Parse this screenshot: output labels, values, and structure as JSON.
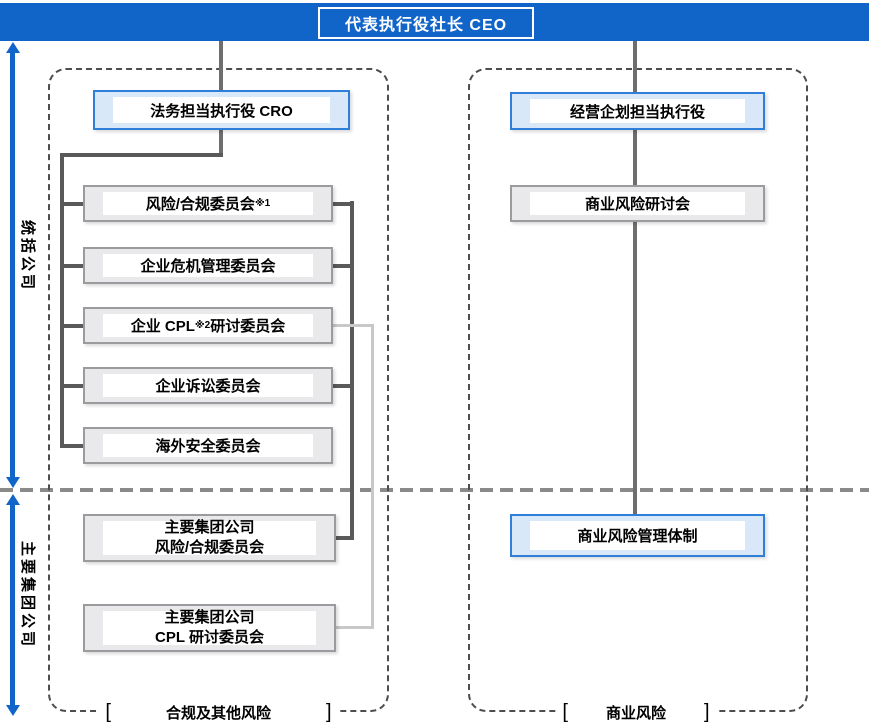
{
  "header": {
    "title": "代表执行役社长  CEO"
  },
  "side_labels": {
    "top_section": "统括公司",
    "bottom_section": "主要集团公司"
  },
  "left_group": {
    "executive": "法务担当执行役 CRO",
    "committees": [
      {
        "pre": "风险/合规委员会",
        "sup": "※1",
        "post": ""
      },
      {
        "pre": "企业危机管理委员会",
        "sup": "",
        "post": ""
      },
      {
        "pre": "企业 CPL",
        "sup": "※2",
        "post": "研讨委员会"
      },
      {
        "pre": "企业诉讼委员会",
        "sup": "",
        "post": ""
      },
      {
        "pre": "海外安全委员会",
        "sup": "",
        "post": ""
      }
    ],
    "group_committees": [
      {
        "line1": "主要集团公司",
        "line2": "风险/合规委员会"
      },
      {
        "line1": "主要集团公司",
        "line2": "CPL 研讨委员会"
      }
    ],
    "footer": {
      "open": "[",
      "label": "合规及其他风险",
      "close": "]"
    }
  },
  "right_group": {
    "executive": "经营企划担当执行役",
    "committee": "商业风险研讨会",
    "system": "商业风险管理体制",
    "footer": {
      "open": "[",
      "label": "商业风险",
      "close": "]"
    }
  },
  "colors": {
    "bar_blue": "#1164c8",
    "accent_blue_border": "#2f7ed8",
    "accent_blue_fill": "#d9e8f8",
    "gray_box_border": "#9b9b9e",
    "gray_box_fill": "#e9e9eb",
    "connector_dark": "#5a5a5a",
    "connector_mid": "#6e6e6e",
    "connector_light": "#c8c8c8",
    "divider_gray": "#8a8a8a"
  }
}
